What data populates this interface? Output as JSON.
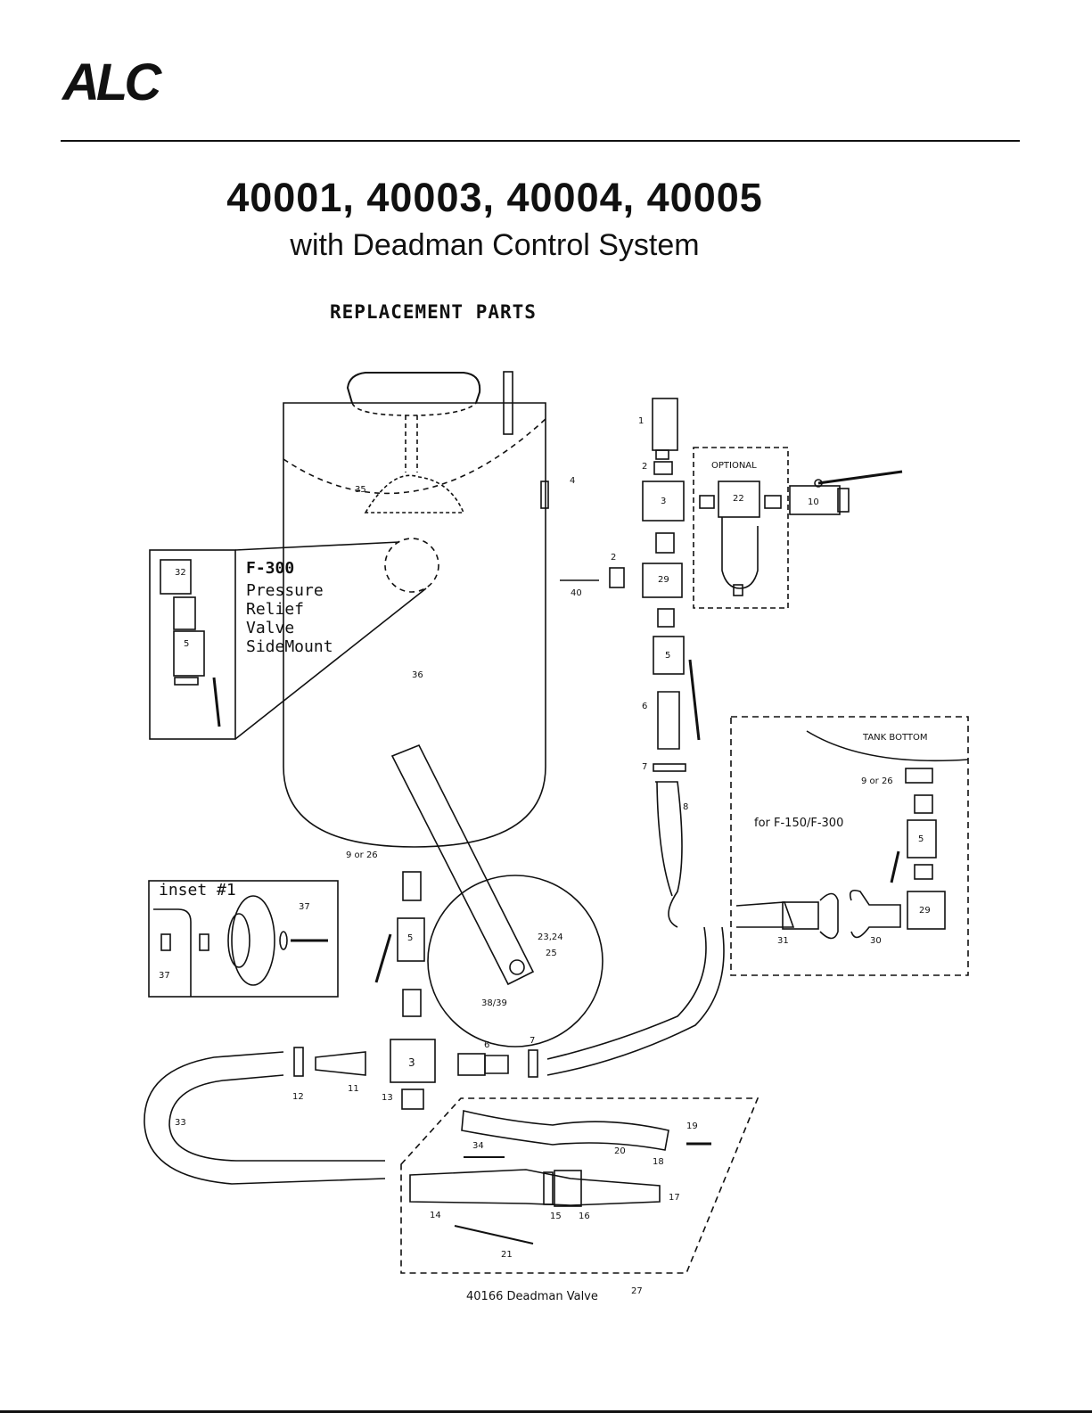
{
  "logo": "ALC",
  "title": "40001, 40003, 40004, 40005",
  "subtitle": "with Deadman Control System",
  "section_heading": "REPLACEMENT PARTS",
  "f300": {
    "model": "F-300",
    "line1": "Pressure",
    "line2": "Relief",
    "line3": "Valve",
    "line4": "SideMount"
  },
  "inset1": {
    "label": "inset #1"
  },
  "optional": {
    "label": "OPTIONAL"
  },
  "tank_bottom": {
    "label": "TANK BOTTOM",
    "note": "for F-150/F-300"
  },
  "deadman": {
    "caption": "40166 Deadman Valve",
    "number": "27"
  },
  "parts": {
    "p1": "1",
    "p2": "2",
    "p2b": "2",
    "p3": "3",
    "p3b": "3",
    "p4": "4",
    "p5": "5",
    "p5b": "5",
    "p5c": "5",
    "p5d": "5",
    "p6": "6",
    "p6b": "6",
    "p7": "7",
    "p7b": "7",
    "p8": "8",
    "p9": "9 or 26",
    "p9b": "9 or 26",
    "p10": "10",
    "p11": "11",
    "p12": "12",
    "p13": "13",
    "p14": "14",
    "p15": "15",
    "p16": "16",
    "p17": "17",
    "p18": "18",
    "p19": "19",
    "p20": "20",
    "p21": "21",
    "p22": "22",
    "p23": "23,24",
    "p25": "25",
    "p29": "29",
    "p29b": "29",
    "p30": "30",
    "p31": "31",
    "p32": "32",
    "p33": "33",
    "p34": "34",
    "p35": "35",
    "p36": "36",
    "p37": "37",
    "p37b": "37",
    "p38": "38/39",
    "p40": "40"
  }
}
